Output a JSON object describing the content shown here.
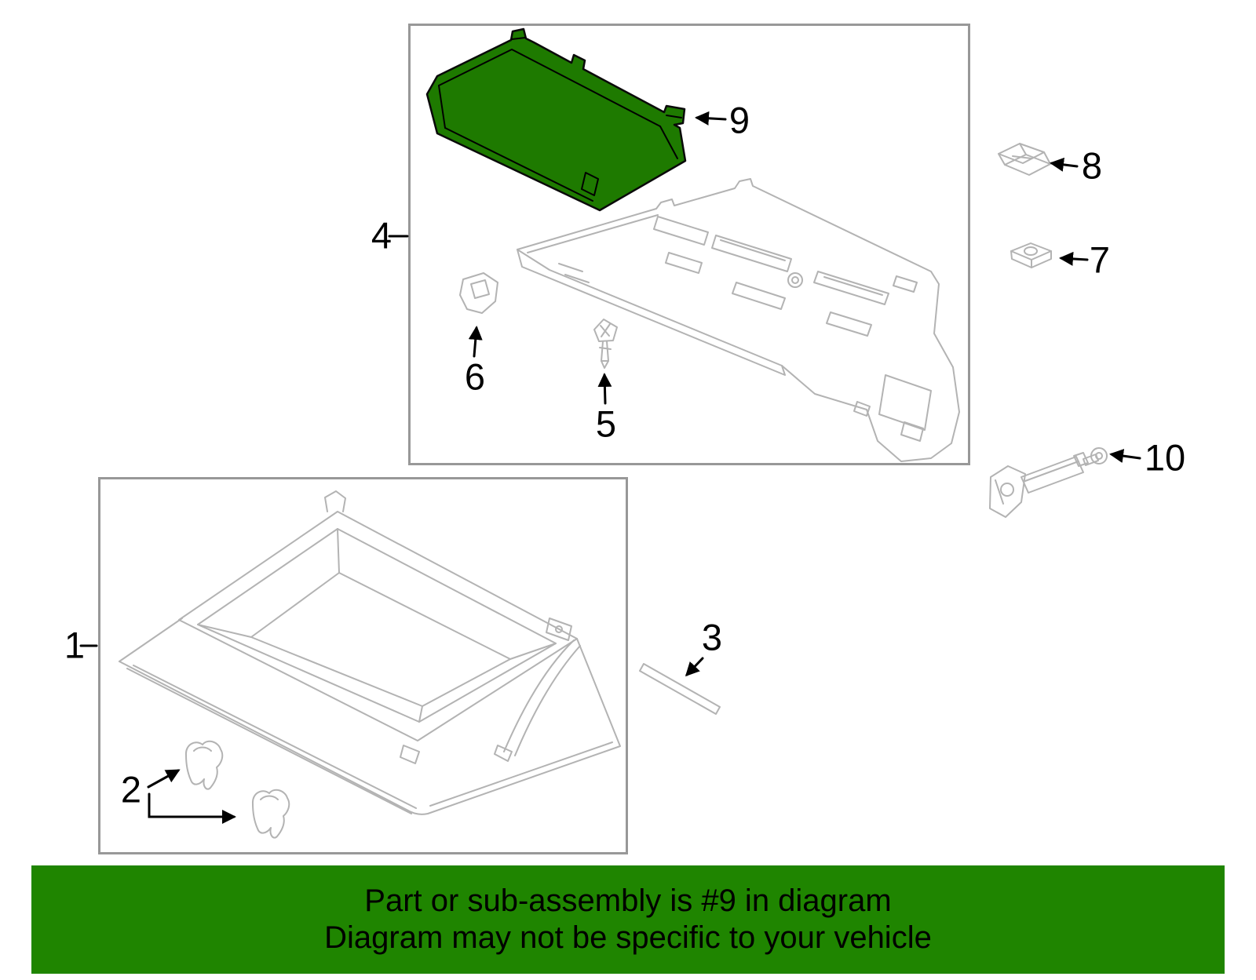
{
  "banner": {
    "line1": "Part or sub-assembly is #9 in diagram",
    "line2": "Diagram may not be specific to your vehicle"
  },
  "callouts": [
    "1",
    "2",
    "3",
    "4",
    "5",
    "6",
    "7",
    "8",
    "9",
    "10"
  ],
  "highlighted_part_number": "9",
  "colors": {
    "highlight_green": "#1e7a00",
    "banner_green": "#1f8500",
    "line_art_gray": "#b3b3b3",
    "box_border_gray": "#989898",
    "label_text": "#000000"
  }
}
